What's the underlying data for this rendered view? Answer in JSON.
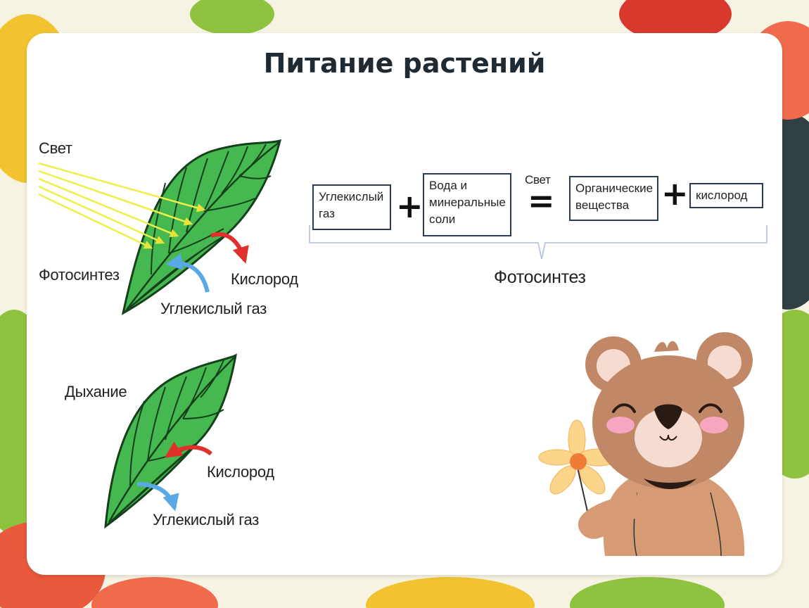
{
  "title": "Питание растений",
  "photosynthesis_figure": {
    "light_label": "Свет",
    "process_label": "Фотосинтез",
    "oxygen_label": "Кислород",
    "co2_label": "Углекислый газ"
  },
  "respiration_figure": {
    "process_label": "Дыхание",
    "oxygen_label": "Кислород",
    "co2_label": "Углекислый газ"
  },
  "equation": {
    "term1": "Углекислый газ",
    "plus1": "+",
    "term2": "Вода и минеральные соли",
    "condition": "Свет",
    "equals": "=",
    "result1": "Органические вещества",
    "plus2": "+",
    "result2": "кислород",
    "brace_label": "Фотосинтез"
  },
  "colors": {
    "leaf_light": "#3cb34a",
    "leaf_dark": "#1f6b2c",
    "light_rays": "#eef04a",
    "oxygen_arrow": "#e0302a",
    "co2_arrow": "#5aa9e6"
  }
}
